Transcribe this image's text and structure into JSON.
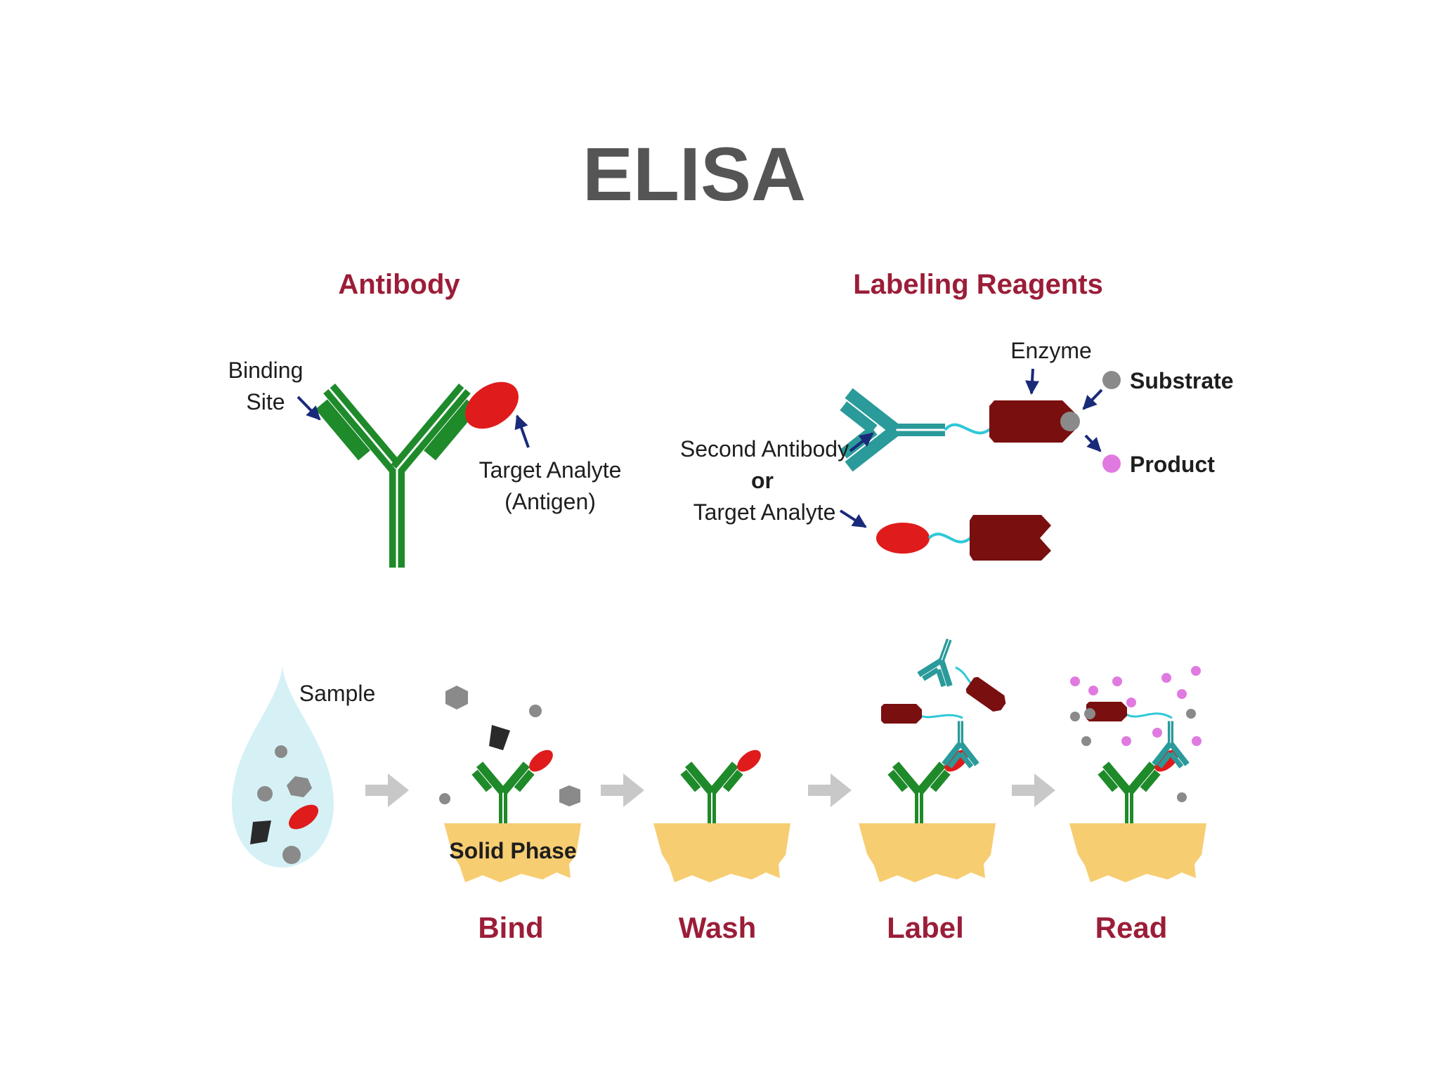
{
  "title": "ELISA",
  "sections": {
    "antibody": "Antibody",
    "labeling": "Labeling Reagents"
  },
  "antibody_labels": {
    "binding_line1": "Binding",
    "binding_line2": "Site",
    "target_line1": "Target Analyte",
    "target_line2": "(Antigen)"
  },
  "reagent_labels": {
    "enzyme": "Enzyme",
    "substrate": "Substrate",
    "product": "Product",
    "second_antibody": "Second Antibody",
    "or": "or",
    "target_analyte": "Target Analyte"
  },
  "process": {
    "sample": "Sample",
    "solid_phase": "Solid Phase",
    "steps": [
      "Bind",
      "Wash",
      "Label",
      "Read"
    ]
  },
  "colors": {
    "antibody": "#1e8a2a",
    "antigen": "#e01b1b",
    "second_antibody": "#2a9a9a",
    "enzyme": "#7a0f0f",
    "substrate": "#8a8a8a",
    "product": "#e07ae0",
    "solid_phase": "#f7cd72",
    "droplet": "#d5f1f6",
    "arrow": "#c8c8c8",
    "pointer": "#1a2a7a"
  }
}
